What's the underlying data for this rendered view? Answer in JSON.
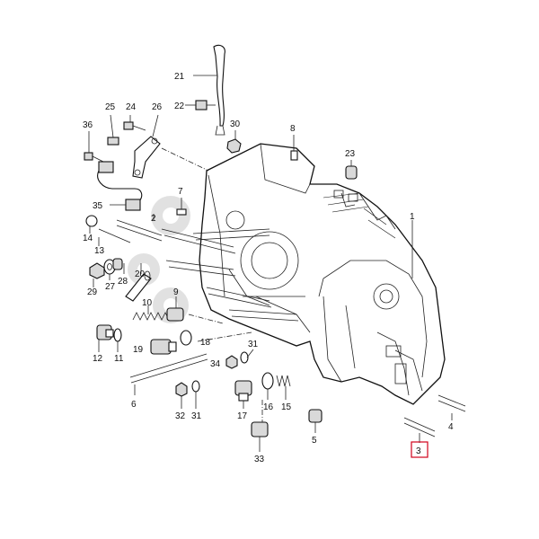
{
  "diagram": {
    "highlighted_label": "3",
    "watermark_text": "",
    "colors": {
      "highlight": "#d0021b",
      "line": "#111111",
      "watermark": "#c9c9c9"
    },
    "labels": [
      {
        "id": "21",
        "text": "21"
      },
      {
        "id": "22",
        "text": "22"
      },
      {
        "id": "25",
        "text": "25"
      },
      {
        "id": "24",
        "text": "24"
      },
      {
        "id": "26",
        "text": "26"
      },
      {
        "id": "30",
        "text": "30"
      },
      {
        "id": "8",
        "text": "8"
      },
      {
        "id": "36",
        "text": "36"
      },
      {
        "id": "23",
        "text": "23"
      },
      {
        "id": "35",
        "text": "35"
      },
      {
        "id": "2",
        "text": "2"
      },
      {
        "id": "7",
        "text": "7"
      },
      {
        "id": "1",
        "text": "1"
      },
      {
        "id": "14",
        "text": "14"
      },
      {
        "id": "13",
        "text": "13"
      },
      {
        "id": "20",
        "text": "20"
      },
      {
        "id": "28",
        "text": "28"
      },
      {
        "id": "27",
        "text": "27"
      },
      {
        "id": "29",
        "text": "29"
      },
      {
        "id": "9",
        "text": "9"
      },
      {
        "id": "10",
        "text": "10"
      },
      {
        "id": "12",
        "text": "12"
      },
      {
        "id": "11",
        "text": "11"
      },
      {
        "id": "19",
        "text": "19"
      },
      {
        "id": "18",
        "text": "18"
      },
      {
        "id": "31a",
        "text": "31"
      },
      {
        "id": "34",
        "text": "34"
      },
      {
        "id": "6",
        "text": "6"
      },
      {
        "id": "32",
        "text": "32"
      },
      {
        "id": "31b",
        "text": "31"
      },
      {
        "id": "17",
        "text": "17"
      },
      {
        "id": "16",
        "text": "16"
      },
      {
        "id": "15",
        "text": "15"
      },
      {
        "id": "4",
        "text": "4"
      },
      {
        "id": "5",
        "text": "5"
      },
      {
        "id": "33",
        "text": "33"
      },
      {
        "id": "3",
        "text": "3"
      }
    ]
  }
}
